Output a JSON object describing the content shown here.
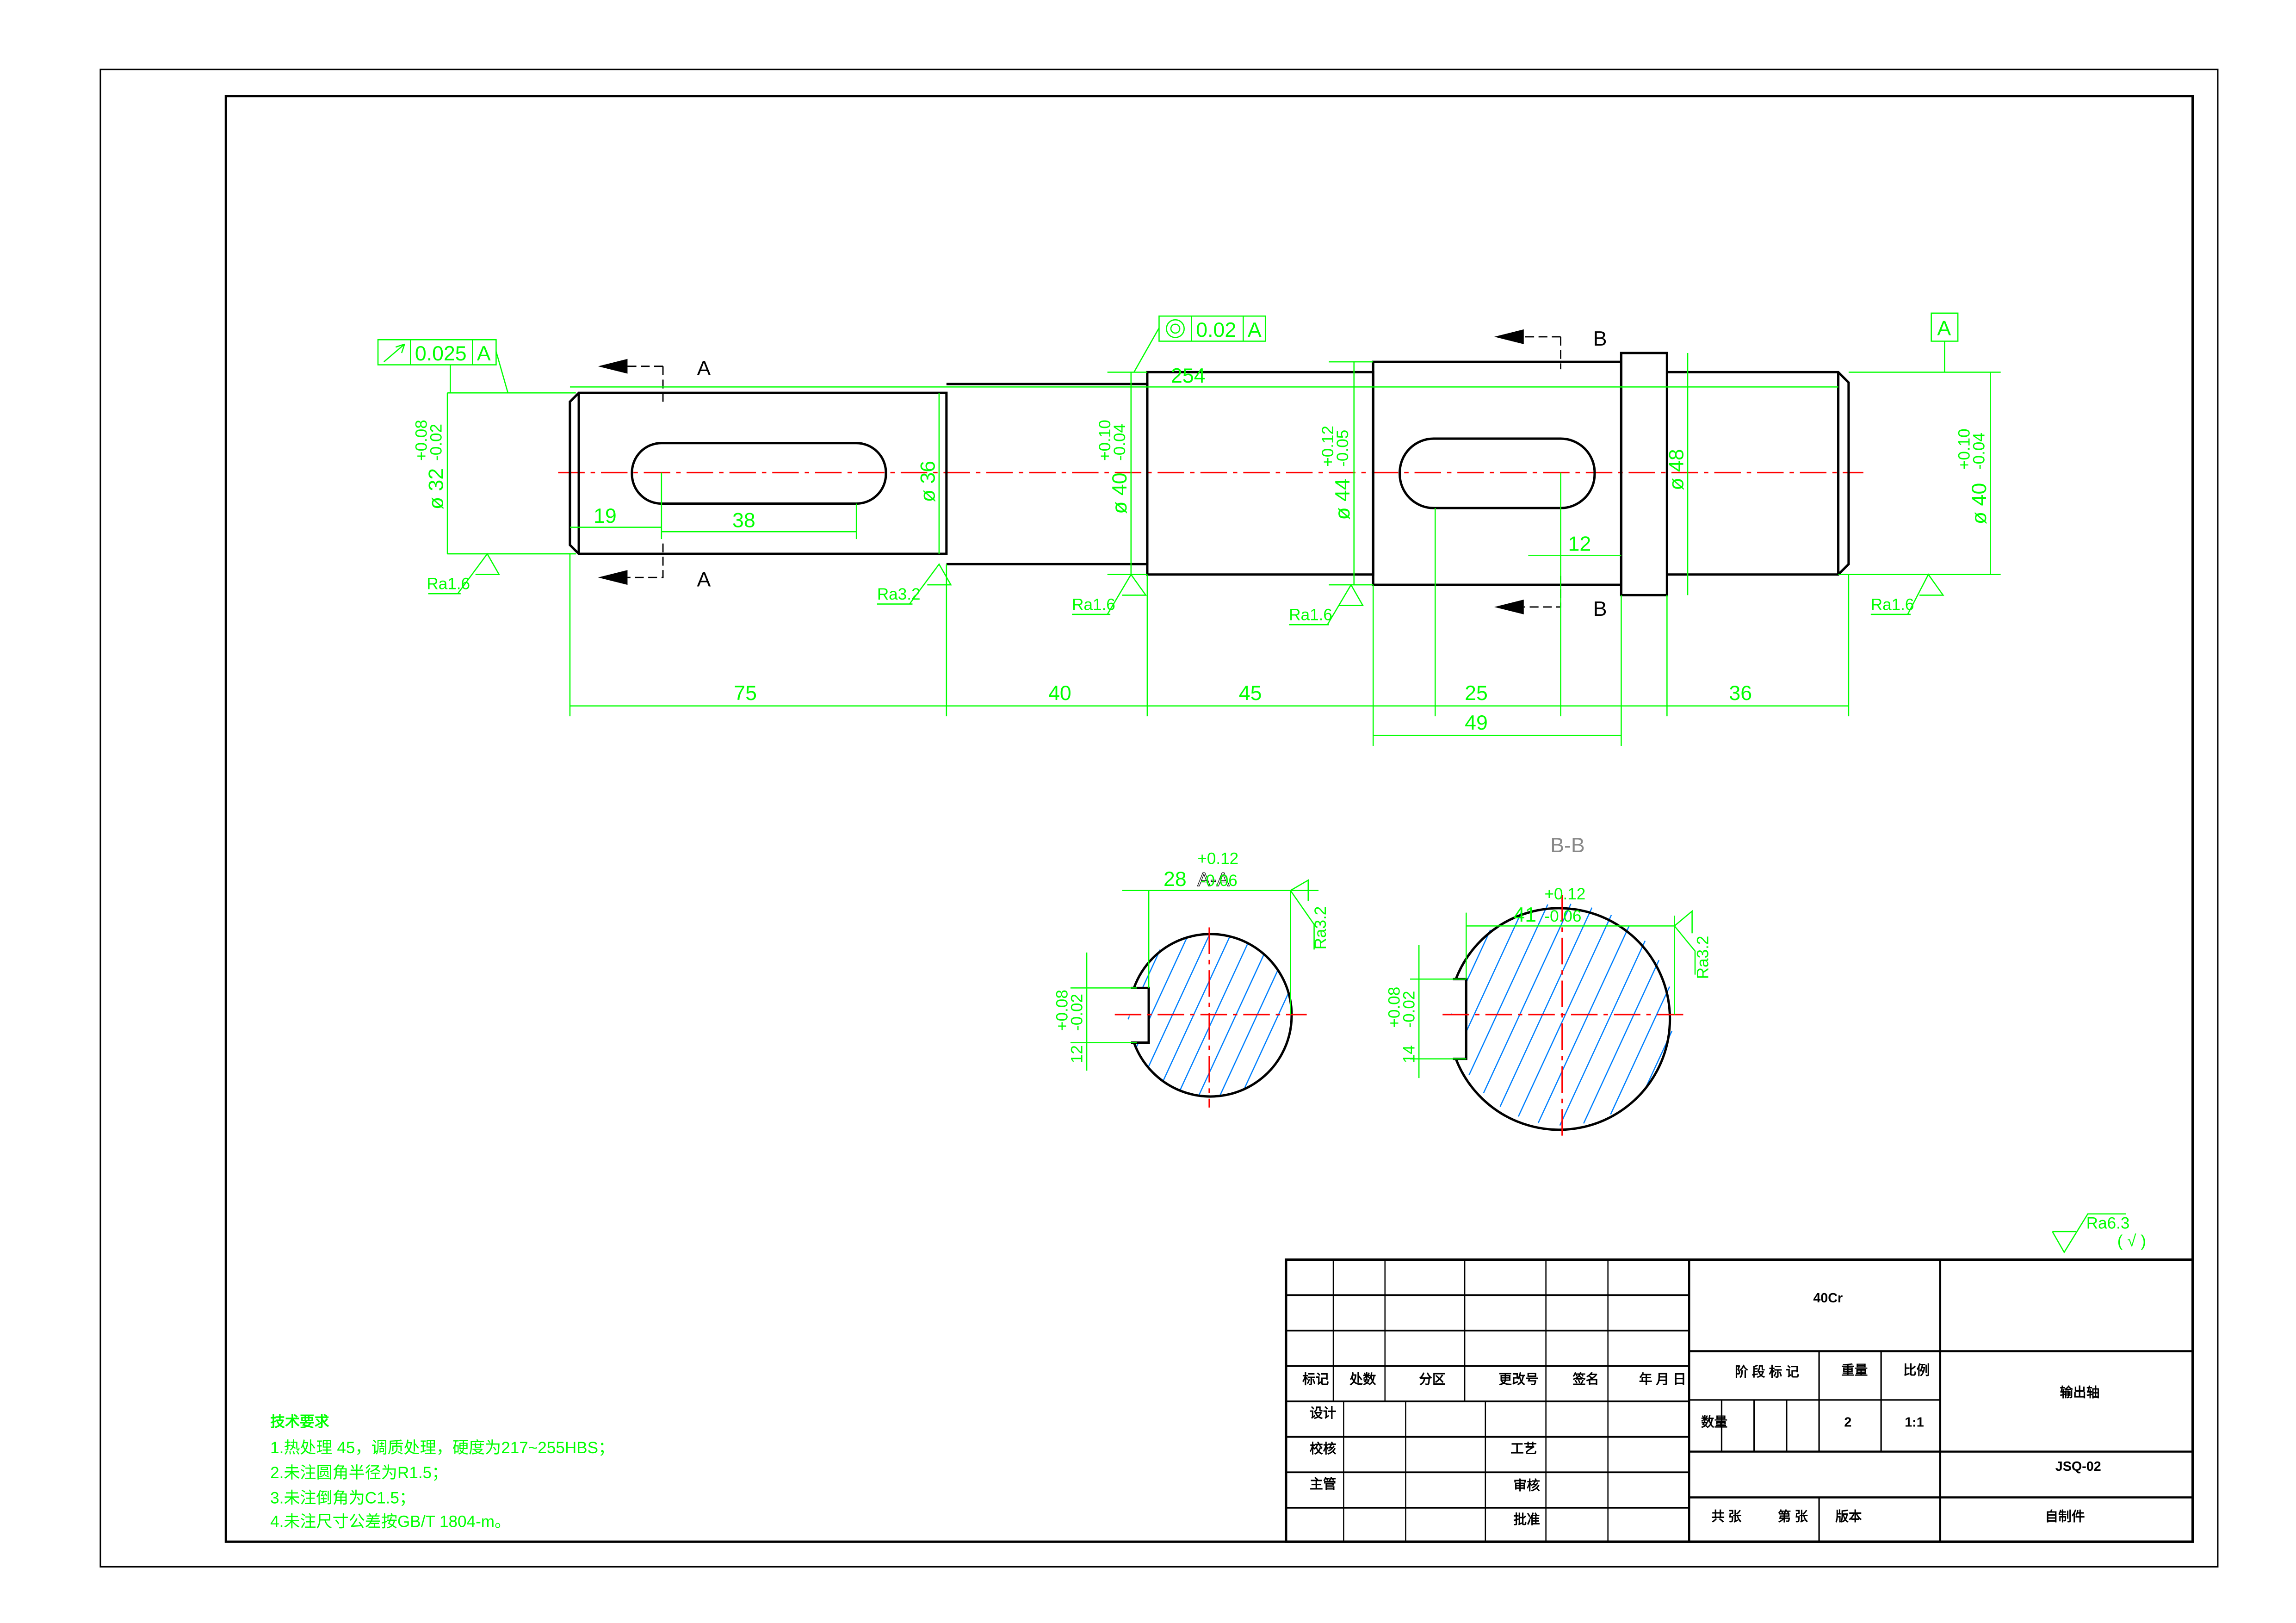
{
  "colors": {
    "dimension": "#00ff00",
    "centerline": "#ff0000",
    "hatch": "#0080ff",
    "outline": "#000000"
  },
  "main_view": {
    "section_a_label_top": "A",
    "section_a_label_bottom": "A",
    "section_b_label_top": "B",
    "section_b_label_bottom": "B",
    "runout_tolerance": {
      "symbol": "circular-runout-icon",
      "value": "0.025",
      "datum": "A"
    },
    "concentricity_tolerance": {
      "symbol": "concentricity-icon",
      "value": "0.02",
      "datum": "A"
    },
    "datum_label": "A",
    "lengths": {
      "overall": "254",
      "seg1": "75",
      "seg2": "40",
      "seg3": "45",
      "key2_len": "25",
      "seg4": "49",
      "seg6": "36",
      "key1_offset": "19",
      "key1_len": "38",
      "key2_offset": "12"
    },
    "diameters": [
      {
        "dia": "ø 32",
        "upper": "+0.08",
        "lower": "-0.02"
      },
      {
        "dia": "ø 36"
      },
      {
        "dia": "ø 40",
        "upper": "+0.10",
        "lower": "-0.04"
      },
      {
        "dia": "ø 44",
        "upper": "+0.12",
        "lower": "-0.05"
      },
      {
        "dia": "ø 48"
      },
      {
        "dia": "ø 40",
        "upper": "+0.10",
        "lower": "-0.04"
      }
    ],
    "roughness": [
      "Ra1.6",
      "Ra3.2",
      "Ra1.6",
      "Ra1.6",
      "Ra1.6"
    ]
  },
  "section_aa": {
    "title": "A-A",
    "width_nominal": "28",
    "width_upper": "+0.12",
    "width_lower": "-0.06",
    "key_nominal": "12",
    "key_upper": "+0.08",
    "key_lower": "-0.02",
    "roughness": "Ra3.2"
  },
  "section_bb": {
    "title": "B-B",
    "width_nominal": "41",
    "width_upper": "+0.12",
    "width_lower": "-0.06",
    "key_nominal": "14",
    "key_upper": "+0.08",
    "key_lower": "-0.02",
    "roughness": "Ra3.2"
  },
  "general_roughness": {
    "value": "Ra6.3",
    "rest": "( √ )"
  },
  "tech_requirements": {
    "title": "技术要求",
    "items": [
      "1.热处理 45，调质处理，硬度为217~255HBS；",
      "2.未注圆角半径为R1.5；",
      "3.未注倒角为C1.5；",
      "4.未注尺寸公差按GB/T 1804-m。"
    ]
  },
  "title_block": {
    "headers": [
      "标记",
      "处数",
      "分区",
      "更改号",
      "签名",
      "年 月 日"
    ],
    "design": "设计",
    "check": "校核",
    "process": "工艺",
    "supervisor": "主管",
    "review": "审核",
    "approve": "批准",
    "material": "40Cr",
    "stage_mark": "阶 段 标 记",
    "weight": "重量",
    "scale": "比例",
    "quantity_label": "数量",
    "quantity": "2",
    "scale_value": "1:1",
    "part_name": "输出轴",
    "drawing_number": "JSQ-02",
    "sheets_total": "共 张",
    "sheet_no": "第 张",
    "version": "版本",
    "make_type": "自制件"
  }
}
